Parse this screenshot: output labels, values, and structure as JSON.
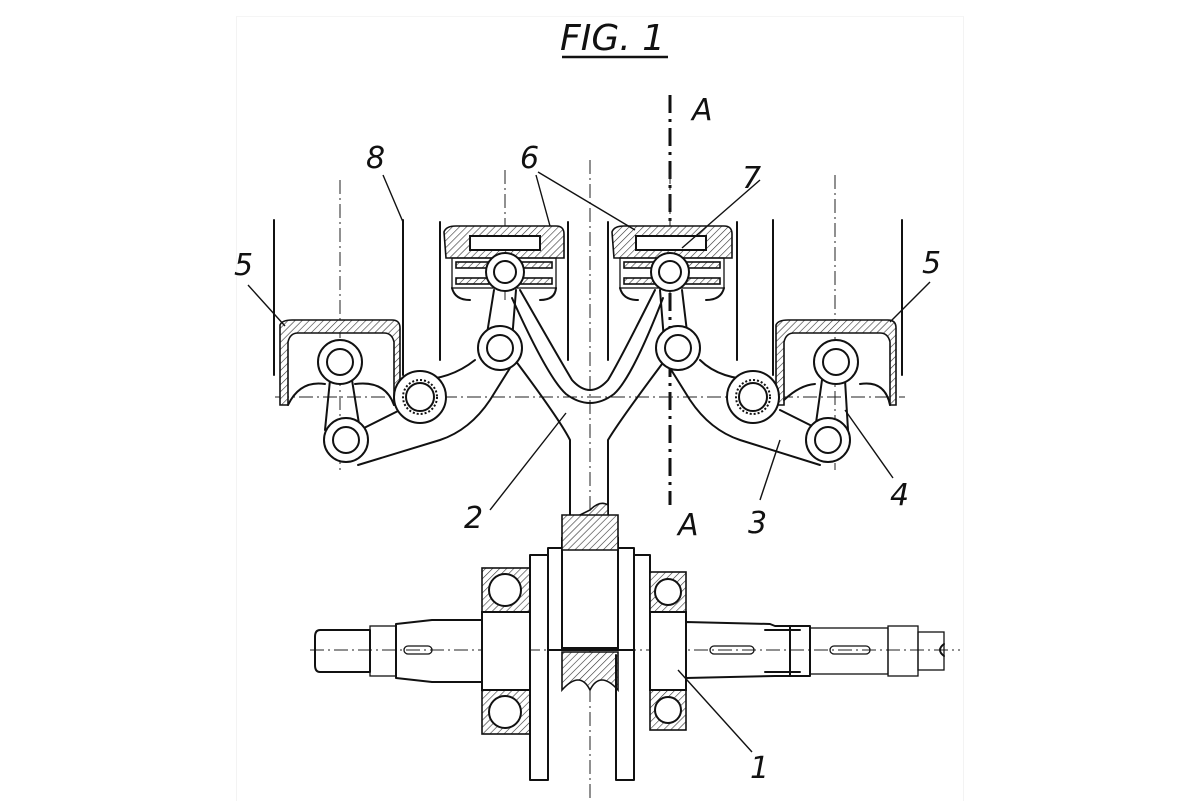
{
  "figure": {
    "title": "FIG. 1",
    "section_mark": "A",
    "labels": {
      "crankshaft": "1",
      "connecting_rod_y": "2",
      "lever_right": "3",
      "link_right": "4",
      "piston_outer_left": "5",
      "piston_outer_right": "5",
      "pistons_inner": "6",
      "piston_pin": "7",
      "cylinder_wall": "8"
    }
  }
}
